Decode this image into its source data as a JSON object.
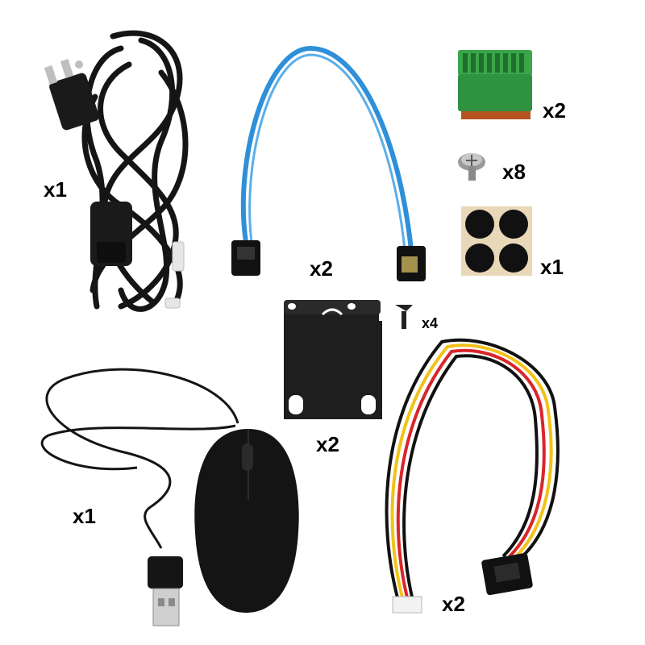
{
  "items": {
    "power_cord": {
      "qty": "x1"
    },
    "sata_cable": {
      "qty": "x2"
    },
    "terminal_block": {
      "qty": "x2"
    },
    "screw": {
      "qty": "x8"
    },
    "rubber_feet": {
      "qty": "x1"
    },
    "bracket": {
      "qty": "x2"
    },
    "bracket_screw": {
      "qty": "x4"
    },
    "mouse": {
      "qty": "x1"
    },
    "sata_power_cable": {
      "qty": "x2"
    }
  },
  "colors": {
    "background": "#ffffff",
    "cable_black": "#151515",
    "sata_blue": "#2f8fd8",
    "terminal_green": "#3aa64a",
    "wire_red": "#d8262b",
    "wire_yellow": "#f2c21b",
    "feet_pad": "#e9d8b8"
  }
}
